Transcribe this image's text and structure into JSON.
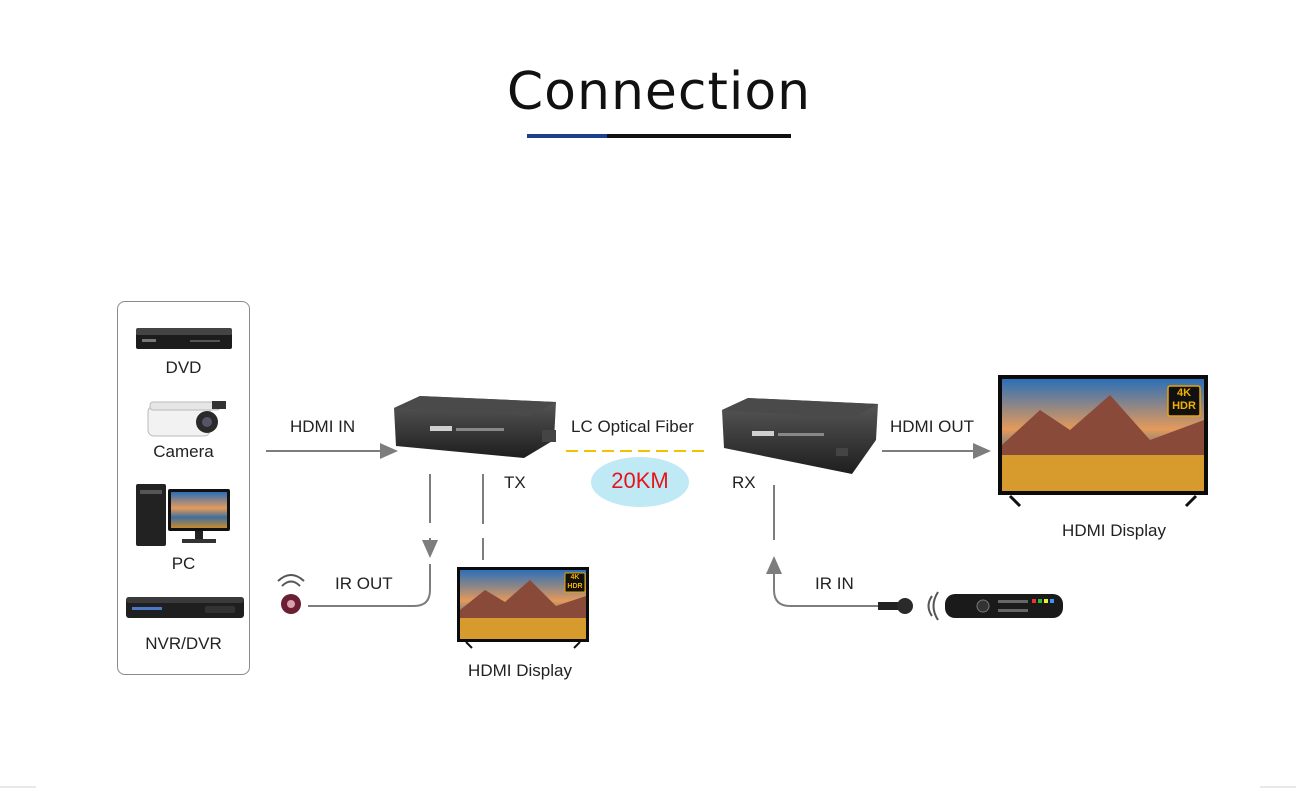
{
  "title": "Connection",
  "colors": {
    "accent_blue": "#1b3f8f",
    "fiber_yellow": "#f2c200",
    "badge_bg": "#bfeaf5",
    "badge_text": "#e8141b",
    "arrow": "#7d7d7d"
  },
  "sources": [
    {
      "label": "DVD",
      "icon": "dvd-player-icon"
    },
    {
      "label": "Camera",
      "icon": "cctv-camera-icon"
    },
    {
      "label": "PC",
      "icon": "desktop-pc-icon"
    },
    {
      "label": "NVR/DVR",
      "icon": "nvr-recorder-icon"
    }
  ],
  "links": {
    "hdmi_in": "HDMI IN",
    "fiber": "LC Optical Fiber",
    "distance": "20KM",
    "hdmi_out": "HDMI OUT",
    "ir_out": "IR OUT",
    "ir_in": "IR IN"
  },
  "devices": {
    "tx": "TX",
    "rx": "RX"
  },
  "displays": {
    "local": "HDMI Display",
    "remote": "HDMI Display",
    "badge_top": "4K",
    "badge_bottom": "HDR"
  }
}
